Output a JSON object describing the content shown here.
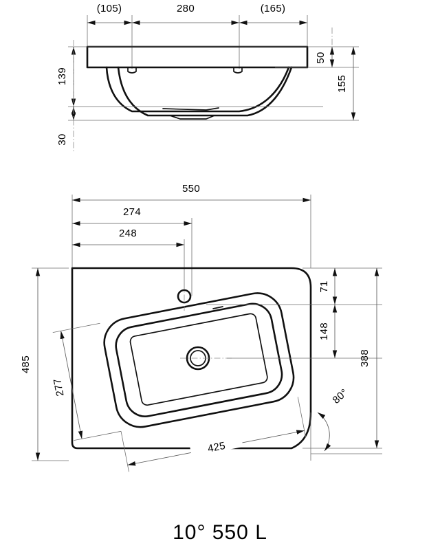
{
  "drawing": {
    "title": "10° 550 L",
    "units": "mm",
    "product_type": "washbasin-technical-drawing",
    "colors": {
      "object_line": "#111111",
      "dimension_line": "#5a5a5a",
      "extension_line": "#6e6e6e",
      "centerline": "#8a8a8a",
      "background": "#ffffff"
    }
  },
  "section_view": {
    "name": "front-section-view",
    "horizontal_dimensions": [
      {
        "label": "(105)",
        "value": "105",
        "bracketed": true
      },
      {
        "label": "280",
        "value": "280",
        "bracketed": false
      },
      {
        "label": "(165)",
        "value": "165",
        "bracketed": true
      }
    ],
    "left_vertical_dimensions": [
      {
        "label": "139",
        "value": "139"
      },
      {
        "label": "30",
        "value": "30"
      }
    ],
    "right_vertical_dimensions": [
      {
        "label": "50",
        "value": "50"
      },
      {
        "label": "155",
        "value": "155"
      }
    ]
  },
  "plan_view": {
    "name": "top-plan-view",
    "top_dimensions": [
      {
        "label": "550",
        "value": "550"
      },
      {
        "label": "274",
        "value": "274"
      },
      {
        "label": "248",
        "value": "248"
      }
    ],
    "left_dimensions": [
      {
        "label": "485",
        "value": "485"
      }
    ],
    "right_dimensions": [
      {
        "label": "71",
        "value": "71"
      },
      {
        "label": "148",
        "value": "148"
      },
      {
        "label": "388",
        "value": "388"
      }
    ],
    "angled_dimensions": [
      {
        "label": "277",
        "value": "277"
      },
      {
        "label": "425",
        "value": "425"
      }
    ],
    "angle_dimension": {
      "label": "80°",
      "value": "80"
    },
    "features": [
      {
        "name": "tap-hole",
        "type": "circle"
      },
      {
        "name": "drain-hole",
        "type": "concentric-circle"
      }
    ]
  }
}
